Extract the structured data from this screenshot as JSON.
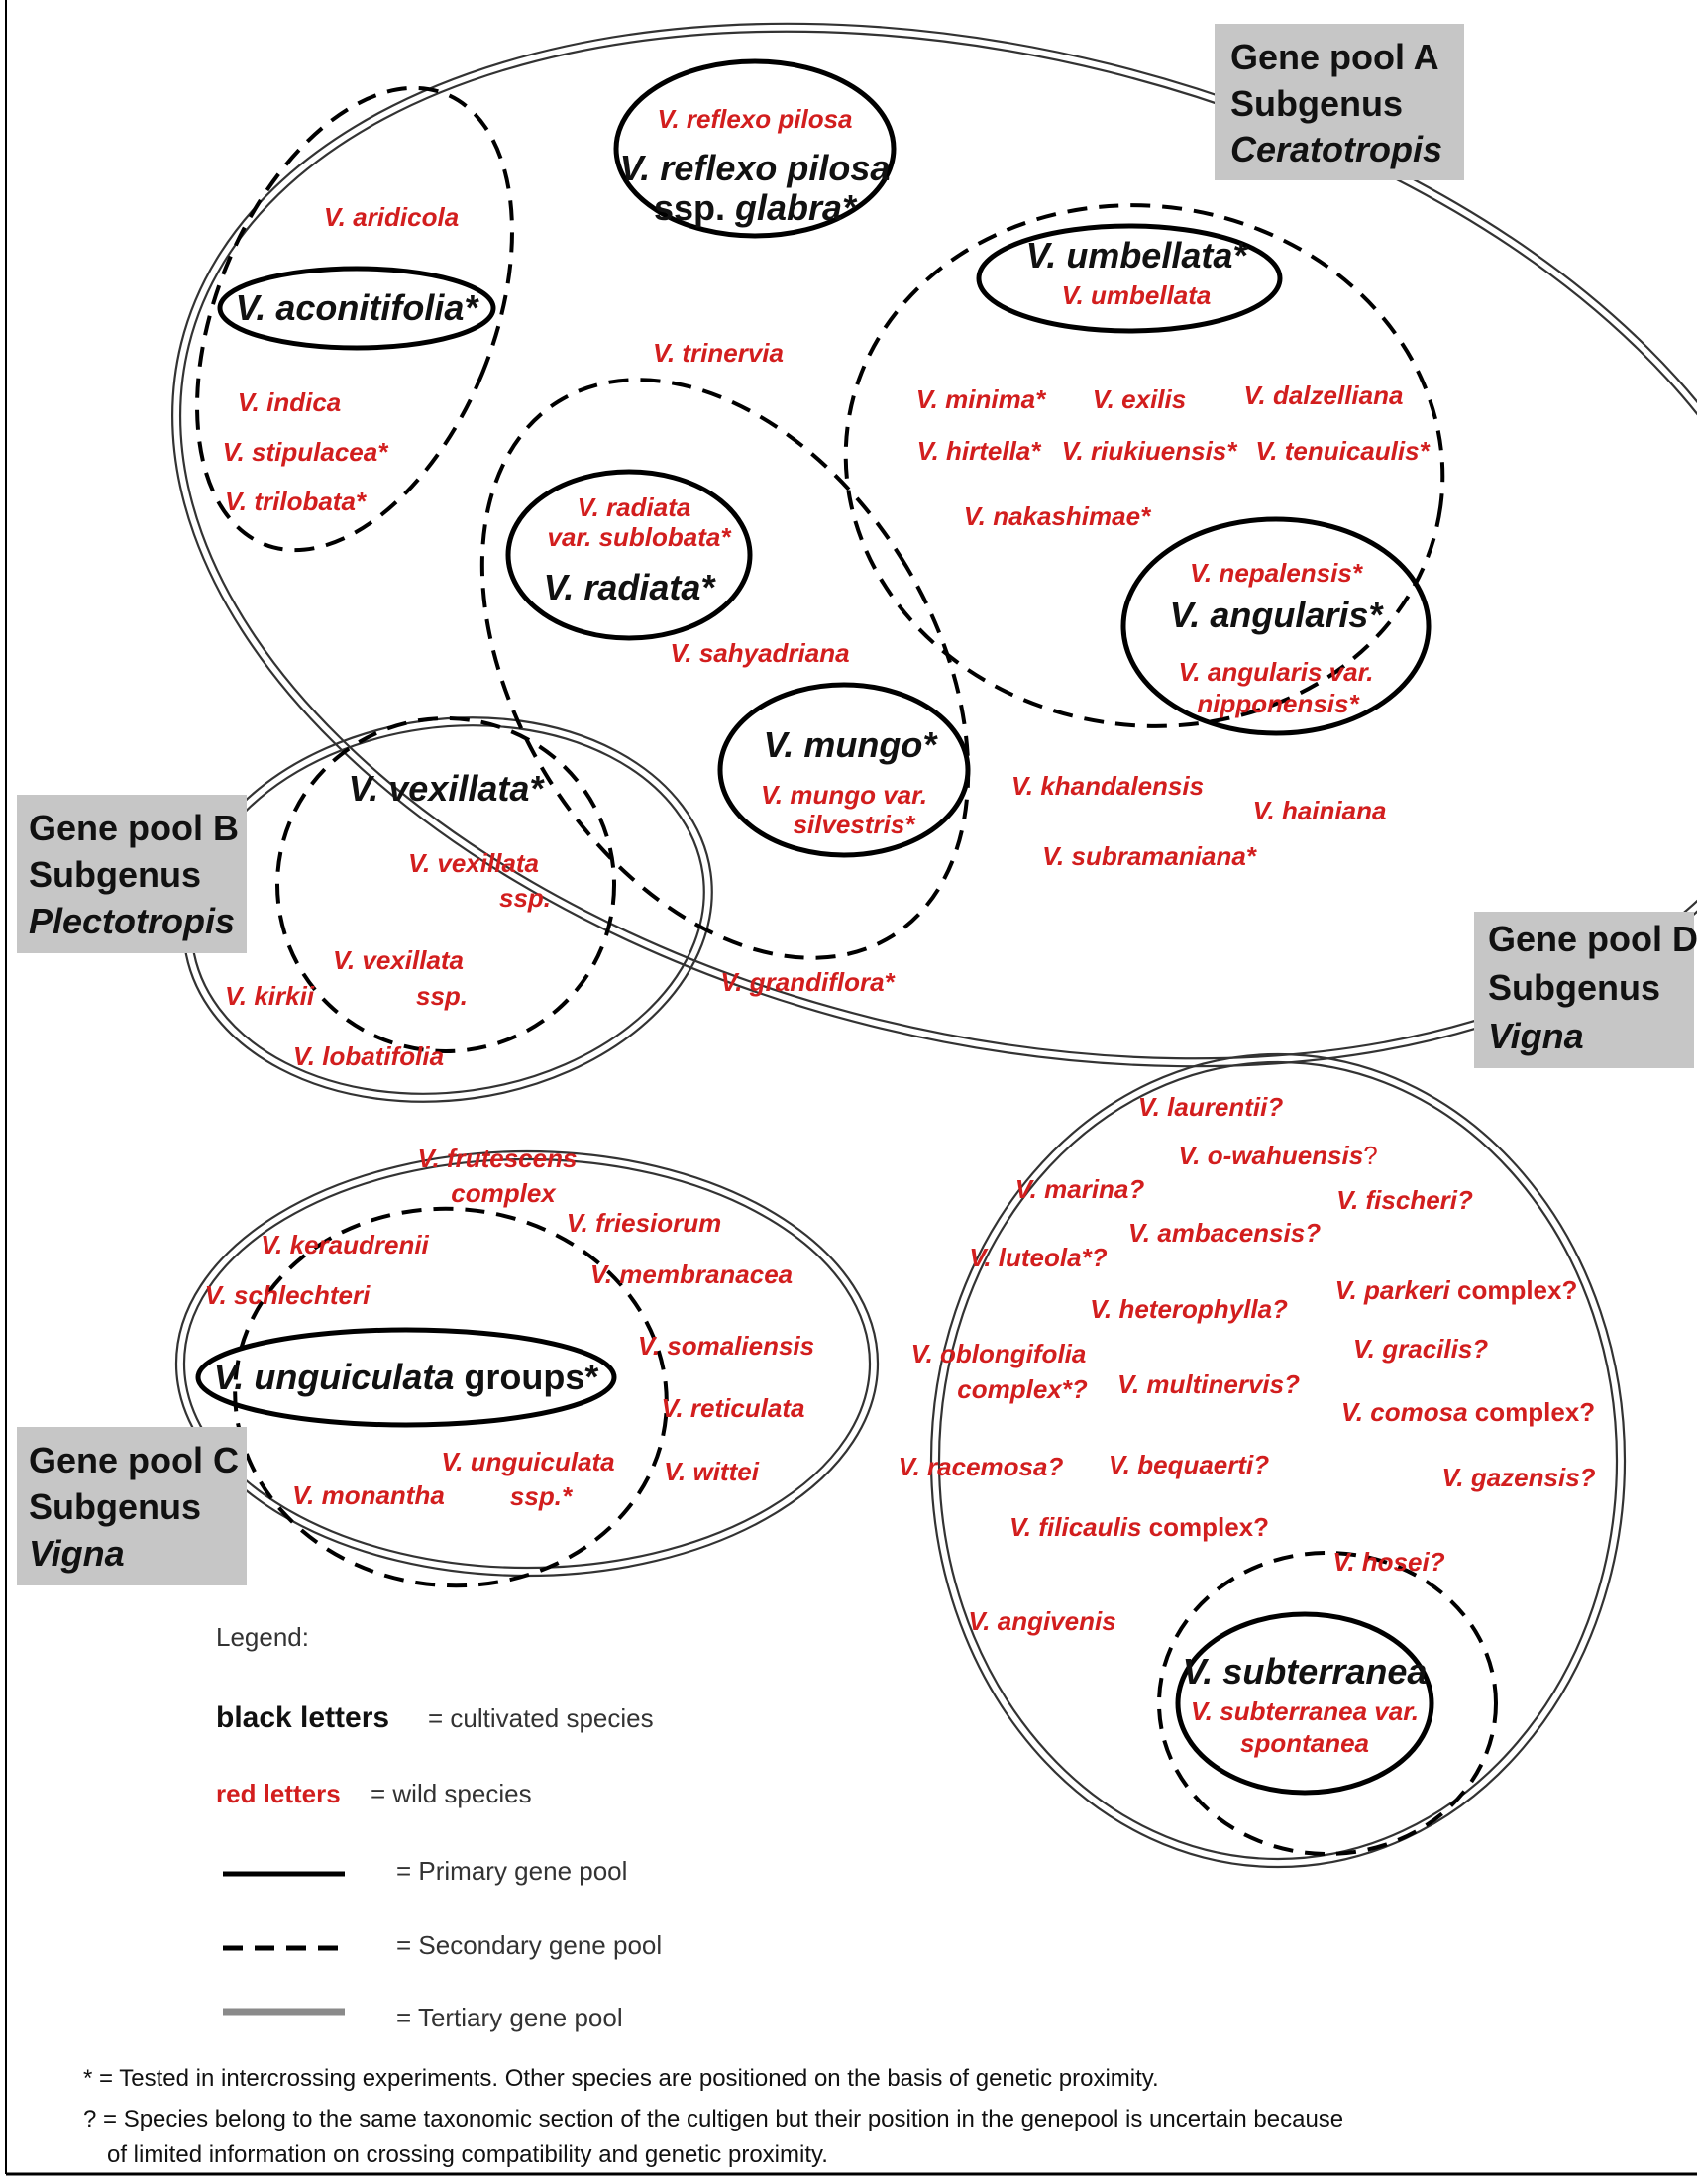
{
  "gene_pools": {
    "a": {
      "line1": "Gene pool A",
      "line2": "Subgenus",
      "line3": "Ceratotropis"
    },
    "b": {
      "line1": "Gene pool B",
      "line2": "Subgenus",
      "line3": "Plectotropis"
    },
    "c": {
      "line1": "Gene pool C",
      "line2": "Subgenus",
      "line3": "Vigna"
    },
    "d": {
      "line1": "Gene pool D",
      "line2": "Subgenus",
      "line3": "Vigna"
    }
  },
  "species": {
    "reflexo_wild": "V. reflexo pilosa",
    "reflexo_cult_1": "V. reflexo pilosa",
    "reflexo_cult_2a": "ssp. ",
    "reflexo_cult_2b": "glabra*",
    "aridicola": "V. aridicola",
    "aconitifolia": "V. aconitifolia*",
    "indica": "V. indica",
    "stipulacea": "V. stipulacea*",
    "trilobata": "V. trilobata*",
    "trinervia": "V. trinervia",
    "radiata_var_1": "V. radiata",
    "radiata_var_2": "var. sublobata*",
    "radiata": "V. radiata*",
    "sahyadriana": "V. sahyadriana",
    "mungo": "V. mungo*",
    "mungo_var_1": "V. mungo var.",
    "mungo_var_2": "silvestris*",
    "umbellata_cult": "V. umbellata*",
    "umbellata_wild": "V. umbellata",
    "minima": "V. minima*",
    "exilis": "V. exilis",
    "dalzelliana": "V. dalzelliana",
    "hirtella": "V. hirtella*",
    "riukiuensis": "V. riukiuensis*",
    "tenuicaulis": "V. tenuicaulis*",
    "nakashimae": "V. nakashimae*",
    "nepalensis": "V. nepalensis*",
    "angularis": "V. angularis*",
    "angularis_var_1": "V. angularis var.",
    "angularis_var_2": "nipponensis*",
    "khandalensis": "V. khandalensis",
    "hainiana": "V. hainiana",
    "subramaniana": "V. subramaniana*",
    "grandiflora": "V. grandiflora*",
    "vexillata": "V. vexillata*",
    "vexillata_ssp1_1": "V. vexillata",
    "vexillata_ssp1_2": "ssp.",
    "vexillata_ssp2_1": "V. vexillata",
    "vexillata_ssp2_2": "ssp.",
    "kirkii": "V. kirkii",
    "lobatifolia": "V. lobatifolia",
    "frutescens_1": "V. frutescens",
    "frutescens_2": "complex",
    "friesiorum": "V. friesiorum",
    "keraudrenii": "V. keraudrenii",
    "schlechteri": "V. schlechteri",
    "membranacea": "V. membranacea",
    "unguiculata_groups_a": "V. unguiculata",
    "unguiculata_groups_b": " groups*",
    "somaliensis": "V. somaliensis",
    "reticulata": "V. reticulata",
    "wittei": "V. wittei",
    "unguiculata_ssp_1": "V. unguiculata",
    "unguiculata_ssp_2": "ssp.*",
    "monantha": "V. monantha",
    "laurentii": "V. laurentii?",
    "owahuensis_a": "V. o-wahuensis",
    "owahuensis_b": "?",
    "marina": "V. marina?",
    "fischeri": "V. fischeri?",
    "ambacensis": "V. ambacensis?",
    "luteola": "V. luteola*?",
    "heterophylla": "V. heterophylla?",
    "parkeri_a": "V. parkeri",
    "parkeri_b": " complex?",
    "oblongifolia_1": "V. oblongifolia",
    "oblongifolia_2": "complex*?",
    "gracilis": "V. gracilis?",
    "multinervis": "V. multinervis?",
    "comosa_a": "V. comosa",
    "comosa_b": " complex?",
    "racemosa": "V. racemosa?",
    "bequaerti": "V. bequaerti?",
    "gazensis": "V. gazensis?",
    "filicaulis_a": "V. filicaulis",
    "filicaulis_b": " complex?",
    "hosei": "V. hosei?",
    "angivenis": "V. angivenis",
    "subterranea": "V. subterranea",
    "subterranea_var_1": "V. subterranea var.",
    "subterranea_var_2": "spontanea"
  },
  "legend": {
    "title": "Legend:",
    "black_key": "black letters",
    "black_desc": "=  cultivated species",
    "red_key": "red letters",
    "red_desc": "=   wild species",
    "primary": "=  Primary gene pool",
    "secondary": "=  Secondary gene pool",
    "tertiary": "=  Tertiary gene pool"
  },
  "footnotes": {
    "line1": "* = Tested in intercrossing experiments. Other species are positioned on the basis of genetic proximity.",
    "line2": "? = Species belong to the same taxonomic section of the cultigen but their position in the genepool is uncertain because",
    "line3": "of limited information on crossing compatibility and genetic proximity."
  },
  "colors": {
    "wild": "#d21e1e",
    "cultivated": "#111111",
    "label_box": "#c6c6c6"
  }
}
